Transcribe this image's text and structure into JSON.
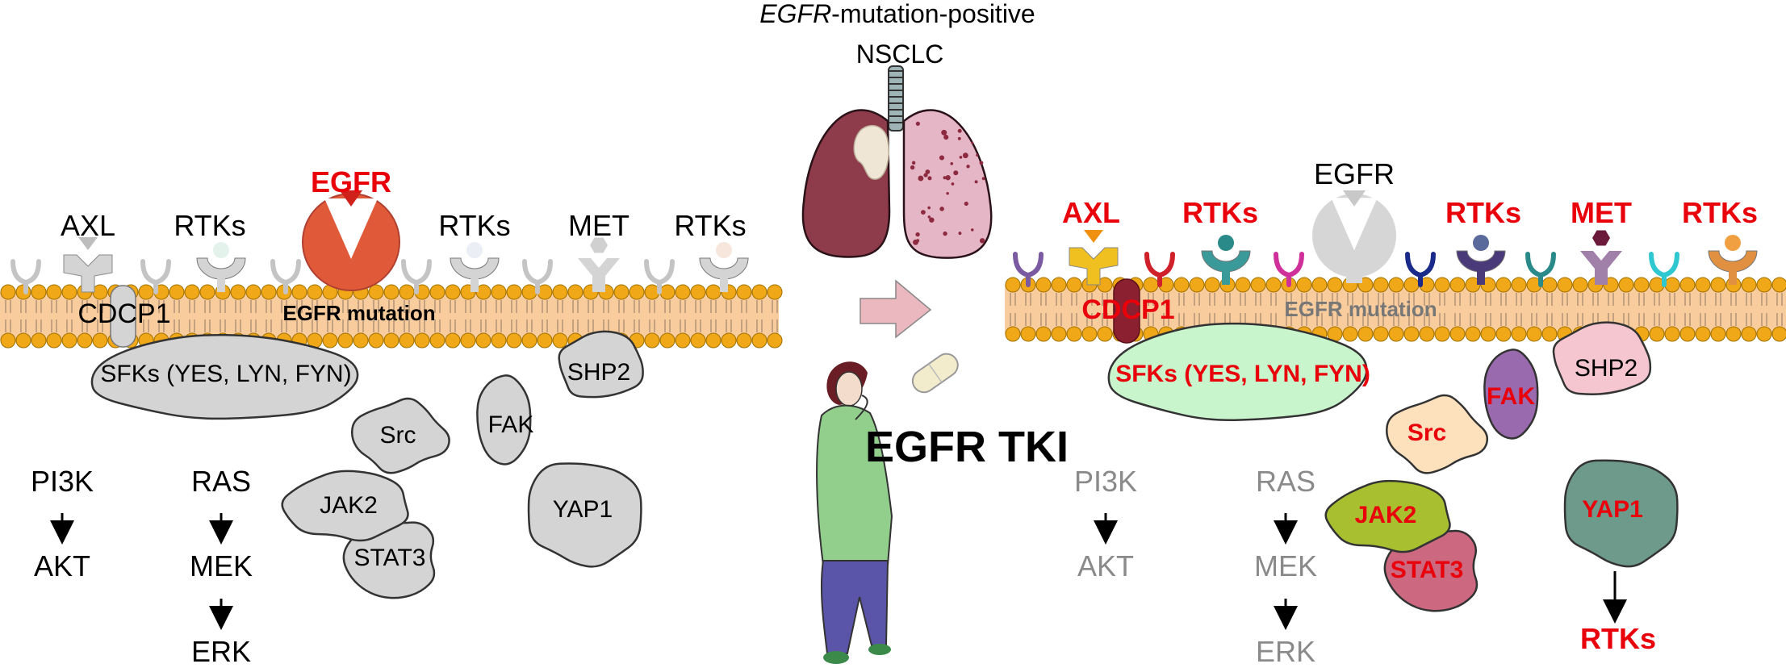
{
  "header": {
    "title_italic": "EGFR",
    "title_rest": "-mutation-positive",
    "subtitle": "NSCLC"
  },
  "treatment": {
    "label": "EGFR TKI"
  },
  "before": {
    "receptors": {
      "axl": "AXL",
      "rtks_1": "RTKs",
      "egfr": "EGFR",
      "rtks_2": "RTKs",
      "met": "MET",
      "rtks_3": "RTKs"
    },
    "cdcp1": "CDCP1",
    "membrane_label": "EGFR mutation",
    "sfks": "SFKs (YES, LYN, FYN)",
    "shp2": "SHP2",
    "src": "Src",
    "fak": "FAK",
    "jak2": "JAK2",
    "stat3": "STAT3",
    "yap1": "YAP1",
    "pathways": {
      "pi3k": "PI3K",
      "akt": "AKT",
      "ras": "RAS",
      "mek": "MEK",
      "erk": "ERK"
    }
  },
  "after": {
    "receptors": {
      "axl": "AXL",
      "rtks_1": "RTKs",
      "egfr": "EGFR",
      "rtks_2": "RTKs",
      "met": "MET",
      "rtks_3": "RTKs"
    },
    "cdcp1": "CDCP1",
    "membrane_label": "EGFR mutation",
    "sfks": "SFKs (YES, LYN, FYN)",
    "shp2": "SHP2",
    "src": "Src",
    "fak": "FAK",
    "jak2": "JAK2",
    "stat3": "STAT3",
    "yap1": "YAP1",
    "yap1_target": "RTKs",
    "pathways": {
      "pi3k": "PI3K",
      "akt": "AKT",
      "ras": "RAS",
      "mek": "MEK",
      "erk": "ERK"
    }
  },
  "colors": {
    "highlight_red": "#e8000b",
    "egfr_mutant": "#e05a3a",
    "inactive_gray": "#d4d4d4",
    "membrane": "#f8cc9c",
    "lipid_head": "#f0a818",
    "sfks_after": "#c9f5cc",
    "src_after": "#fde0bc",
    "fak_after": "#9a6aae",
    "shp2_after": "#f5c6d0",
    "jak2_after": "#a8c030",
    "stat3_after": "#cc6880",
    "yap1_after": "#6e9a8c",
    "arrow": "#eab8be"
  }
}
